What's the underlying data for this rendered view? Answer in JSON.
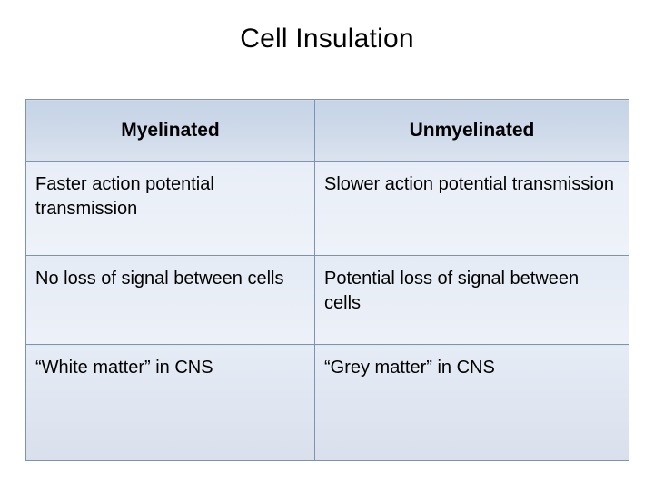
{
  "slide": {
    "title": "Cell Insulation"
  },
  "table": {
    "headers": [
      "Myelinated",
      "Unmyelinated"
    ],
    "rows": [
      [
        "Faster action potential transmission",
        "Slower action potential transmission"
      ],
      [
        "No loss of signal between cells",
        "Potential loss of signal between cells"
      ],
      [
        "“White matter” in CNS",
        "“Grey matter” in CNS"
      ]
    ]
  },
  "colors": {
    "header_fill": "#cfdaea",
    "border": "#7d94b0",
    "body_fill": "#e8eef7",
    "text": "#000000"
  }
}
